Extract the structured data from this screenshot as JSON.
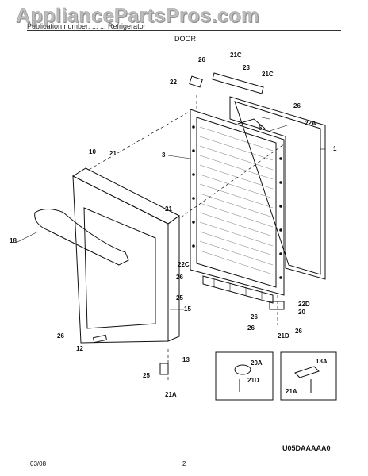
{
  "watermark": "AppliancePartsPros.com",
  "header": {
    "text": "Publication number: ... ... Refrigerator",
    "section_title": "DOOR"
  },
  "callouts": {
    "c26a": "26",
    "c21c_top": "21C",
    "c23": "23",
    "c21c_right": "21C",
    "c22": "22",
    "c26b": "26",
    "c6": "6",
    "c22a": "22A",
    "c1": "1",
    "c3": "3",
    "c10": "10",
    "c21a": "21",
    "c21b": "21",
    "c18": "18",
    "c22c": "22C",
    "c26c": "26",
    "c25a": "25",
    "c15": "15",
    "c22d": "22D",
    "c20": "20",
    "c26d": "26",
    "c21d": "21D",
    "c26e": "26",
    "c26f": "26",
    "c12": "12",
    "c26g": "26",
    "c13": "13",
    "c21a_bottom": "21A",
    "c25b": "25",
    "inset1_20a": "20A",
    "inset1_21d": "21D",
    "inset2_13a": "13A",
    "inset2_21a": "21A"
  },
  "diagram_code": "U05DAAAAA0",
  "footer": {
    "date": "03/08",
    "page": "2"
  }
}
